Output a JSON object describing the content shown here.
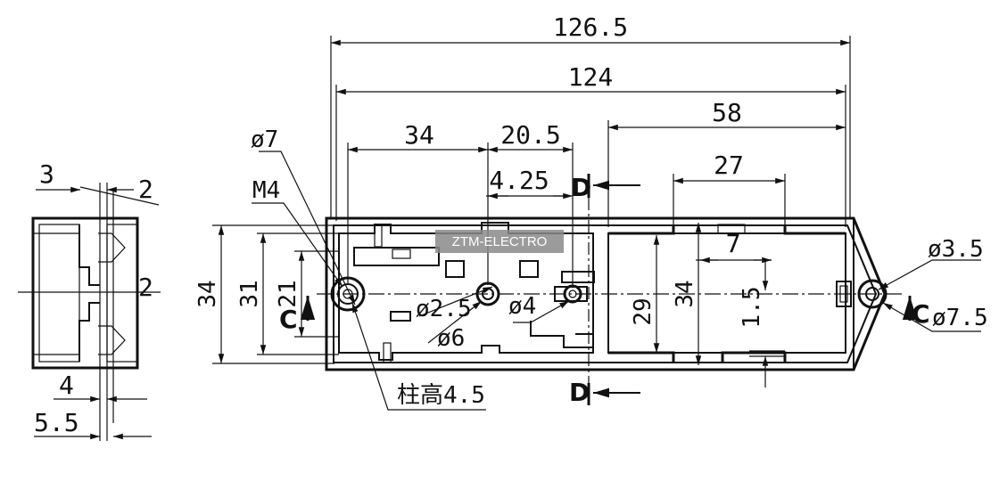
{
  "watermark": "ZTM-ELECTRO",
  "side_view": {
    "dims": {
      "top_left": "3",
      "top_right": "2",
      "mid_right": "2",
      "bottom_4": "4",
      "bottom_55": "5.5"
    }
  },
  "front_view": {
    "dims": {
      "overall": "126.5",
      "inner": "124",
      "right_58": "58",
      "left_34": "34",
      "mid_205": "20.5",
      "r_27": "27",
      "offset_425": "4.25",
      "notch_7": "7",
      "h_34_left": "34",
      "h_31": "31",
      "h_21": "21",
      "h_29": "29",
      "h_34_right": "34",
      "h_15": "1.5"
    },
    "labels": {
      "d7": "ø7",
      "m4": "M4",
      "d25": "ø2.5",
      "d6": "ø6",
      "d4": "ø4",
      "d35": "ø3.5",
      "d75": "ø7.5",
      "post": "柱高4.5"
    },
    "sections": {
      "c_left": "C",
      "c_right": "C",
      "d_top": "D",
      "d_bottom": "D"
    }
  }
}
